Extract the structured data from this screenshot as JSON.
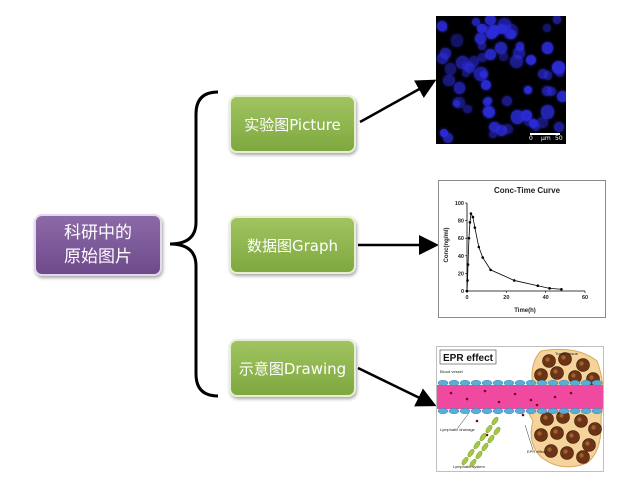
{
  "root": {
    "lines": [
      "科研中的",
      "原始图片"
    ]
  },
  "branches": [
    {
      "label": "实验图Picture"
    },
    {
      "label": "数据图Graph"
    },
    {
      "label": "示意图Drawing"
    }
  ],
  "micrograph": {
    "scale_labels": [
      "0",
      "μm",
      "50"
    ],
    "cell_color": "#2c2cd8"
  },
  "chart_data": {
    "type": "line",
    "title": "Conc-Time Curve",
    "xlabel": "Time(h)",
    "ylabel": "Conc(ng/ml)",
    "xlim": [
      0,
      60
    ],
    "ylim": [
      0,
      100
    ],
    "xticks": [
      0,
      20,
      40,
      60
    ],
    "yticks": [
      0,
      20,
      40,
      60,
      80,
      100
    ],
    "grid": false,
    "series": [
      {
        "x": [
          0,
          0.25,
          0.5,
          1,
          1.5,
          2,
          3,
          4,
          6,
          8,
          12,
          24,
          36,
          42,
          48
        ],
        "y": [
          0,
          12,
          30,
          60,
          78,
          88,
          84,
          72,
          50,
          38,
          24,
          12,
          6,
          3,
          2
        ]
      }
    ]
  },
  "epr": {
    "title": "EPR effect",
    "labels": {
      "tumor": "Tumor tissue",
      "vessel": "Blood vessel",
      "drainage": "Lymphatic drainage",
      "efflux": "EPR effect",
      "lymph": "Lymphatic system"
    },
    "colors": {
      "blood": "#f04aa0",
      "endothelium": "#5aaed6",
      "tumor": "#f5d39a",
      "tumor_cell": "#6b3416",
      "lymph": "#a4c840"
    }
  }
}
